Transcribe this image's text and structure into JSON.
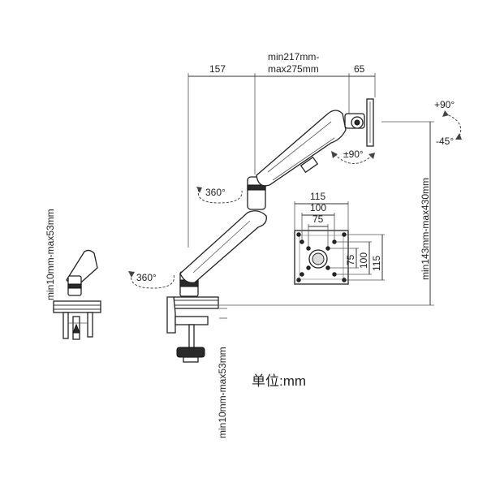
{
  "dimensions": {
    "top_left": "157",
    "top_mid_1": "min217mm-",
    "top_mid_2": "max275mm",
    "top_right": "65",
    "left_side": "min10mm-max53mm",
    "bottom_clamp": "min10mm-max53mm",
    "right_height": "min143mm-max430mm",
    "vesa_115": "115",
    "vesa_100": "100",
    "vesa_75": "75",
    "vesa_75_v": "75",
    "vesa_100_v": "100",
    "vesa_115_v": "115"
  },
  "rotation": {
    "upper_arm": "360°",
    "lower_arm": "360°",
    "swivel": "±90°",
    "tilt_up": "+90°",
    "tilt_down": "-45°"
  },
  "unit_label": "单位:mm"
}
